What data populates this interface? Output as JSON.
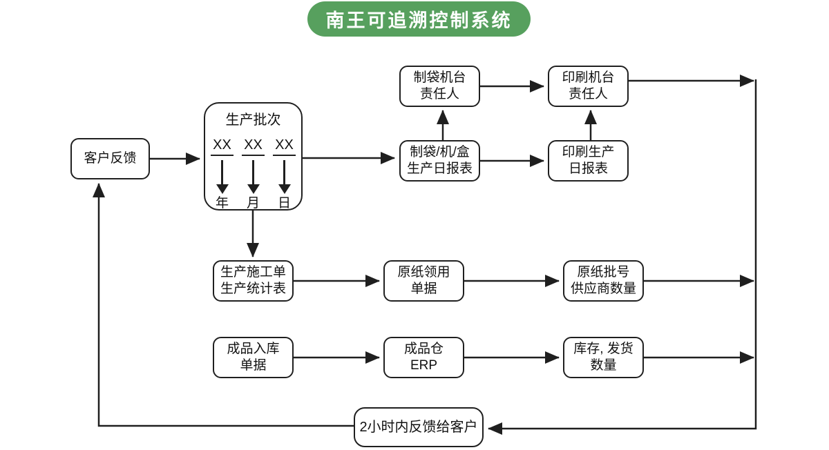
{
  "title": "南王可追溯控制系统",
  "colors": {
    "badge_green": "#57a05e",
    "line_color": "#1f1f1f",
    "box_bg": "#ffffff"
  },
  "nodes": {
    "customer_feedback": {
      "label": "客户反馈"
    },
    "production_batch": {
      "title": "生产批次",
      "codes": [
        "XX",
        "XX",
        "XX"
      ],
      "units": [
        "年",
        "月",
        "日"
      ]
    },
    "bag_machine_responsible": {
      "lines": [
        "制袋机台",
        "责任人"
      ]
    },
    "print_machine_responsible": {
      "lines": [
        "印刷机台",
        "责任人"
      ]
    },
    "bag_daily_report": {
      "lines": [
        "制袋/机/盒",
        "生产日报表"
      ]
    },
    "print_daily_report": {
      "lines": [
        "印刷生产",
        "日报表"
      ]
    },
    "work_order": {
      "lines": [
        "生产施工单",
        "生产统计表"
      ]
    },
    "paper_requisition": {
      "lines": [
        "原纸领用",
        "单据"
      ]
    },
    "paper_batch": {
      "lines": [
        "原纸批号",
        "供应商数量"
      ]
    },
    "finished_goods_receipt": {
      "lines": [
        "成品入库",
        "单据"
      ]
    },
    "finished_goods_erp": {
      "lines": [
        "成品仓",
        "ERP"
      ]
    },
    "inventory_shipment": {
      "lines": [
        "库存, 发货",
        "数量"
      ]
    },
    "feedback_2h": {
      "label": "2小时内反馈给客户"
    }
  }
}
